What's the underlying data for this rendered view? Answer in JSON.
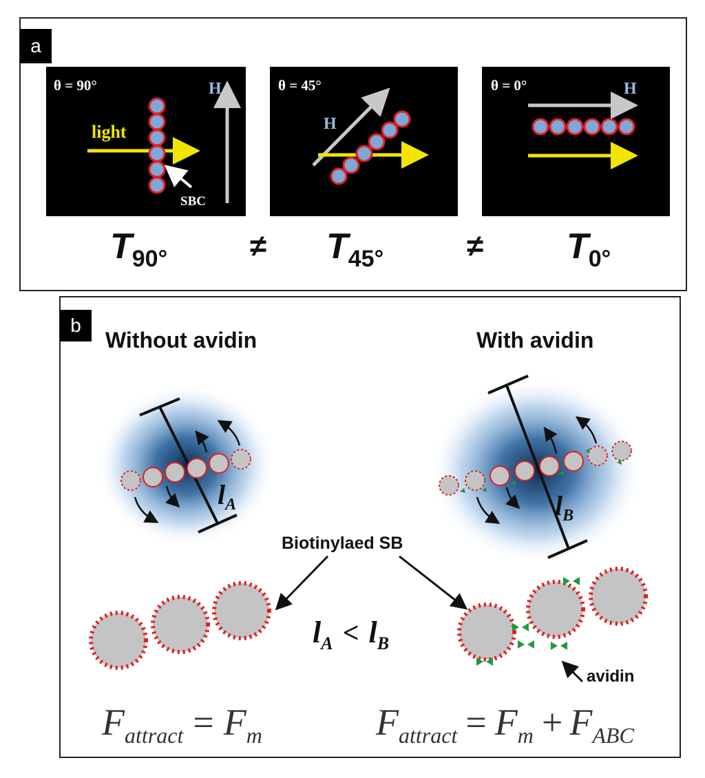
{
  "panel_a": {
    "label": "a",
    "frames": [
      {
        "angle_label": "θ = 90°",
        "field_label": "H",
        "light_label": "light",
        "chain_label": "SBC"
      },
      {
        "angle_label": "θ = 45°",
        "field_label": "H"
      },
      {
        "angle_label": "θ = 0°",
        "field_label": "H"
      }
    ],
    "transmittance": [
      {
        "symbol": "T",
        "subscript": "90°"
      },
      {
        "symbol": "T",
        "subscript": "45°"
      },
      {
        "symbol": "T",
        "subscript": "0°"
      }
    ],
    "neq_symbol": "≠"
  },
  "panel_b": {
    "label": "b",
    "left_title": "Without avidin",
    "right_title": "With avidin",
    "length_a": {
      "symbol": "l",
      "subscript": "A"
    },
    "length_b": {
      "symbol": "l",
      "subscript": "B"
    },
    "inequality": "<",
    "biotin_label": "Biotinylaed SB",
    "avidin_label": "avidin",
    "force_left": {
      "lhs": "F",
      "lhs_sub": "attract",
      "eq": "=",
      "rhs": "F",
      "rhs_sub": "m"
    },
    "force_right": {
      "lhs": "F",
      "lhs_sub": "attract",
      "eq": "=",
      "rhs": "F",
      "rhs_sub": "m",
      "plus": "+",
      "rhs2": "F",
      "rhs2_sub": "ABC"
    }
  },
  "colors": {
    "particle_fill_a": "#7fa8d8",
    "particle_stroke": "#e02020",
    "light_arrow": "#f2e600",
    "field_arrow": "#c8c8c8",
    "field_label": "#9fb8e0",
    "particle_grey": "#c4c4c4",
    "avidin": "#1e9a3a",
    "blur": "#1b4f8a"
  }
}
